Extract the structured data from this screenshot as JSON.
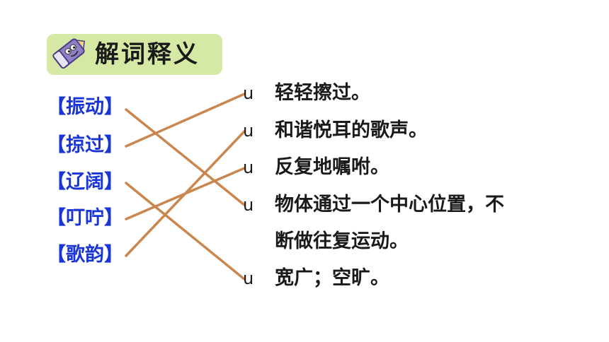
{
  "banner": {
    "title": "解词释义",
    "icon": "eraser-icon"
  },
  "terms": [
    {
      "label": "【振动】"
    },
    {
      "label": "【掠过】"
    },
    {
      "label": "【辽阔】"
    },
    {
      "label": "【叮咛】"
    },
    {
      "label": "【歌韵】"
    }
  ],
  "definitions": [
    {
      "bullet": "u",
      "text": "轻轻擦过。"
    },
    {
      "bullet": "u",
      "text": "和谐悦耳的歌声。"
    },
    {
      "bullet": "u",
      "text": "反复地嘱咐。"
    },
    {
      "bullet": "u",
      "text": "物体通过一个中心位置，不",
      "continuation": "断做往复运动。"
    },
    {
      "bullet": "u",
      "text": "宽广；空旷。"
    }
  ],
  "matches": [
    {
      "term": "【振动】",
      "definition": "物体通过一个中心位置，不断做往复运动。"
    },
    {
      "term": "【掠过】",
      "definition": "轻轻擦过。"
    },
    {
      "term": "【辽阔】",
      "definition": "宽广；空旷。"
    },
    {
      "term": "【叮咛】",
      "definition": "反复地嘱咐。"
    },
    {
      "term": "【歌韵】",
      "definition": "和谐悦耳的歌声。"
    }
  ],
  "colors": {
    "banner_bg": "#d6e9a4",
    "term_text": "#1a35d6",
    "link_line": "#c9874f"
  }
}
